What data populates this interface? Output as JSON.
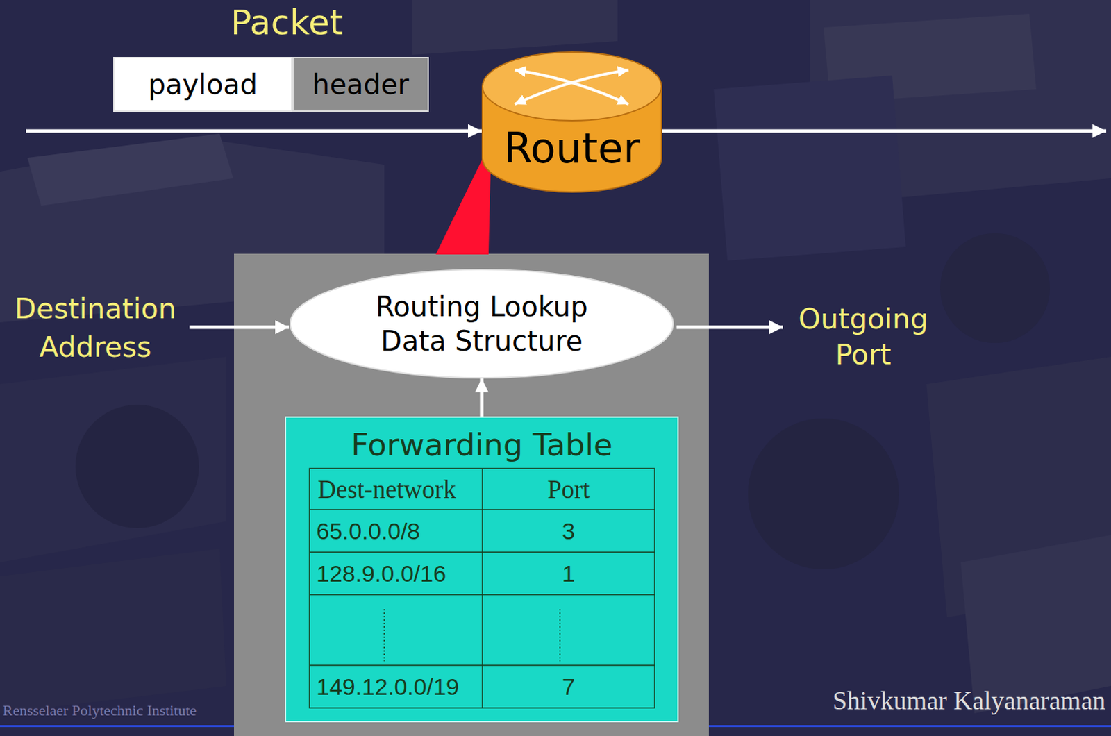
{
  "diagram": {
    "nodes": [
      {
        "text": [
          "Packet"
        ]
      },
      {
        "text": [
          "payload"
        ],
        "in": 0
      },
      {
        "text": [
          "header"
        ],
        "in": 0
      },
      {
        "text": [
          "Router"
        ]
      },
      {
        "text": [
          "Routing Lookup Data Structure"
        ]
      },
      {
        "text": [
          "Forwarding Table"
        ]
      }
    ],
    "edges": [
      {
        "from": 5,
        "to": 4,
        "arrow": "to"
      }
    ],
    "labels": [
      "Destination Address",
      "Outgoing Port",
      "Dest-network",
      "Port",
      "65.0.0.0/8",
      "3",
      "128.9.0.0/16",
      "1",
      "149.12.0.0/19",
      "7",
      "Rensselaer Polytechnic Institute",
      "Shivkumar Kalyanaraman"
    ]
  }
}
